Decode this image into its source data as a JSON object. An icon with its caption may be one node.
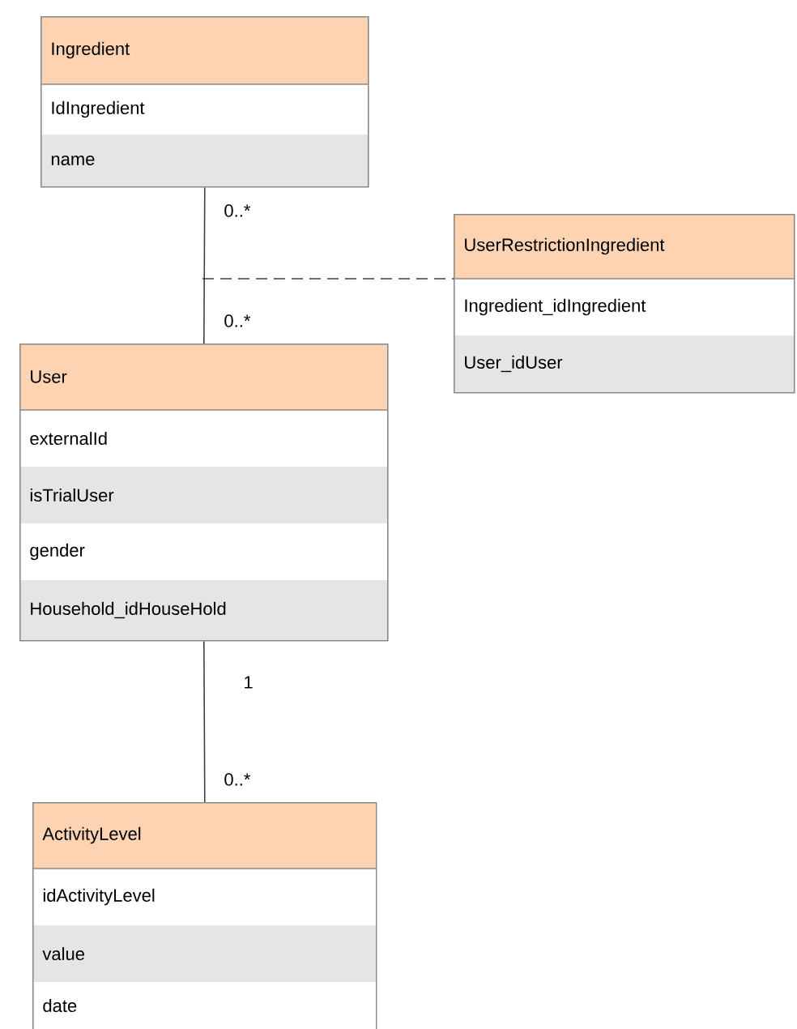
{
  "diagram": {
    "nodes": [
      {
        "text": [
          "Ingredient",
          "IdIngredient",
          "name"
        ]
      },
      {
        "text": [
          "UserRestrictionIngredient",
          "Ingredient_idIngredient",
          "User_idUser"
        ]
      },
      {
        "text": [
          "User",
          "externalId",
          "isTrialUser",
          "gender",
          "Household_idHouseHold"
        ]
      },
      {
        "text": [
          "ActivityLevel",
          "idActivityLevel",
          "value",
          "date"
        ]
      }
    ],
    "edges": [
      {
        "from": 0,
        "to": 2,
        "arrow": "none"
      },
      {
        "from": null,
        "to": 1,
        "arrow": "none",
        "style": "dashed"
      },
      {
        "from": 2,
        "to": 3,
        "arrow": "none"
      }
    ],
    "labels": [
      "0..*",
      "0..*",
      "1",
      "0..*"
    ]
  }
}
